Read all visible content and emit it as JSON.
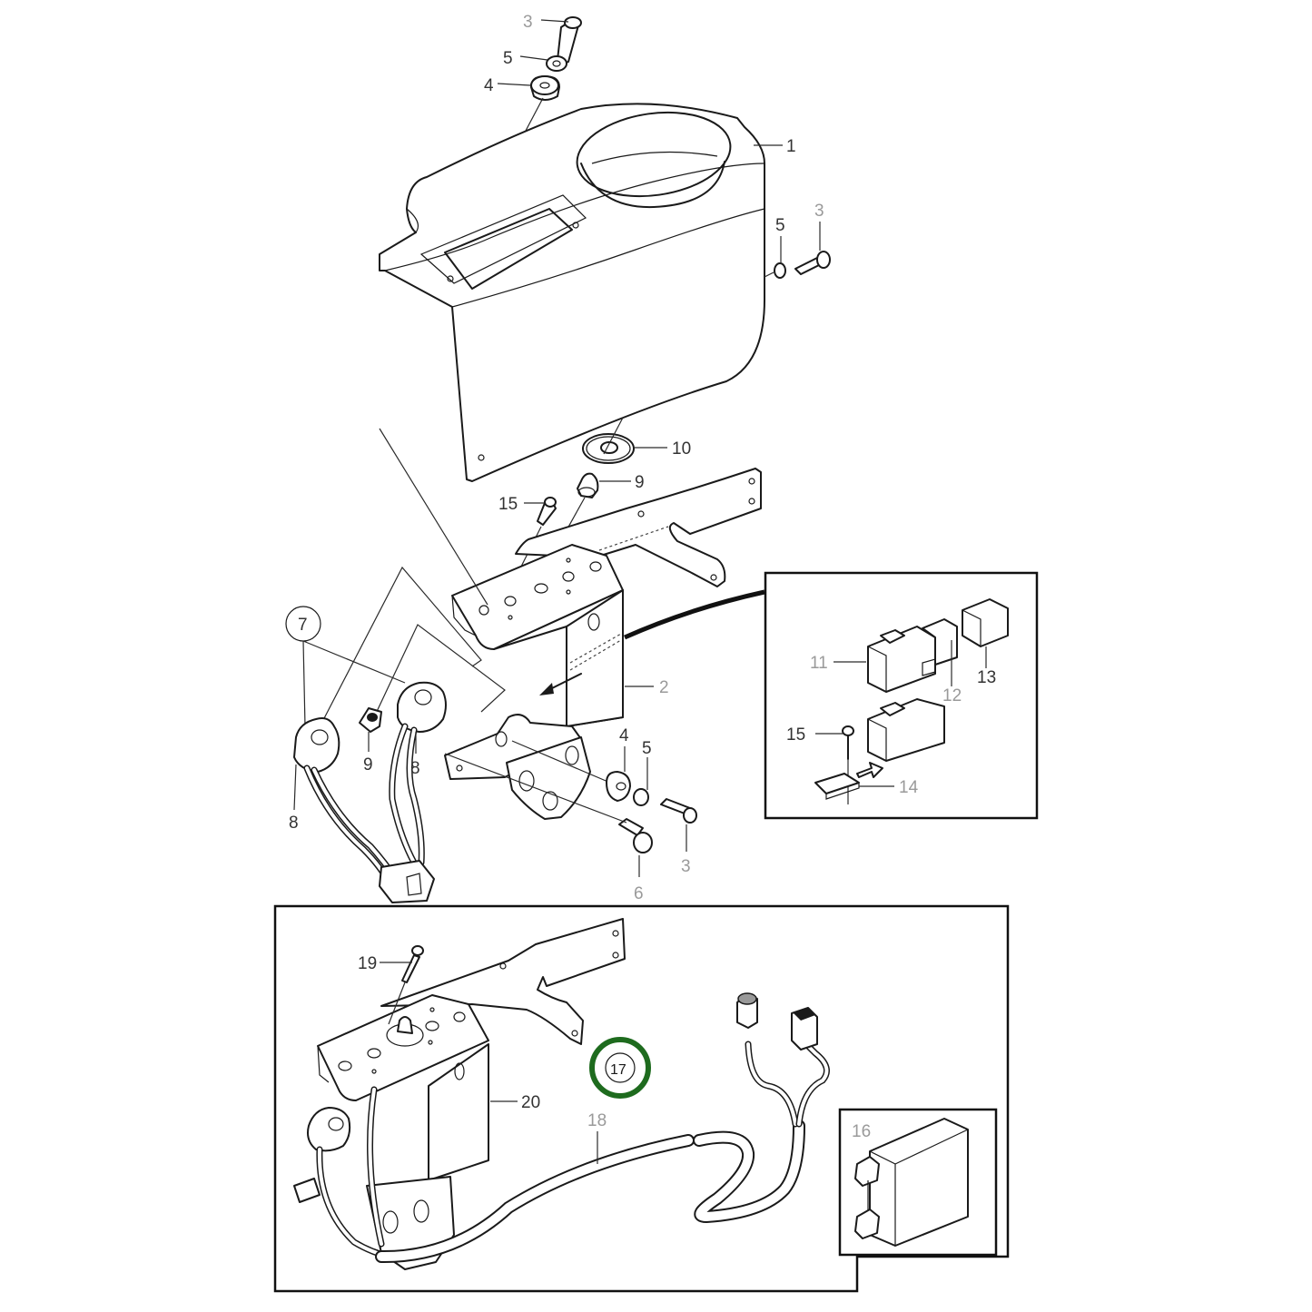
{
  "diagram": {
    "title": "Center console / switch bracket exploded parts diagram",
    "highlight_color": "#1e6b1e",
    "line_color": "#1a1a1a",
    "callouts": {
      "c1": "1",
      "c2": "2",
      "c3_top": "3",
      "c3_right": "3",
      "c3_lower": "3",
      "c4_top": "4",
      "c4_lower": "4",
      "c5_top": "5",
      "c5_right": "5",
      "c5_lower": "5",
      "c6": "6",
      "c7": "7",
      "c8_left": "8",
      "c8_right": "8",
      "c9_upper": "9",
      "c9_left": "9",
      "c10": "10",
      "c11": "11",
      "c12": "12",
      "c13": "13",
      "c14": "14",
      "c15_upper": "15",
      "c15_inset": "15",
      "c16": "16",
      "c17": "17",
      "c18": "18",
      "c19": "19",
      "c20": "20"
    },
    "parts": [
      {
        "ref": "1",
        "name": "console-cover"
      },
      {
        "ref": "2",
        "name": "mounting-bracket"
      },
      {
        "ref": "3",
        "name": "screw"
      },
      {
        "ref": "4",
        "name": "rubber-bushing"
      },
      {
        "ref": "5",
        "name": "washer"
      },
      {
        "ref": "6",
        "name": "bolt"
      },
      {
        "ref": "7",
        "name": "switch-assembly-group"
      },
      {
        "ref": "8",
        "name": "rotary-switch"
      },
      {
        "ref": "9",
        "name": "grommet"
      },
      {
        "ref": "10",
        "name": "cover-plate"
      },
      {
        "ref": "11",
        "name": "connector-housing"
      },
      {
        "ref": "12",
        "name": "connector-seal"
      },
      {
        "ref": "13",
        "name": "mating-connector"
      },
      {
        "ref": "14",
        "name": "connector-clip"
      },
      {
        "ref": "15",
        "name": "screw-small"
      },
      {
        "ref": "16",
        "name": "relay-module"
      },
      {
        "ref": "17",
        "name": "kit-assembly-highlighted"
      },
      {
        "ref": "18",
        "name": "wiring-harness"
      },
      {
        "ref": "19",
        "name": "screw-bracket"
      },
      {
        "ref": "20",
        "name": "bracket-assembly"
      }
    ]
  }
}
